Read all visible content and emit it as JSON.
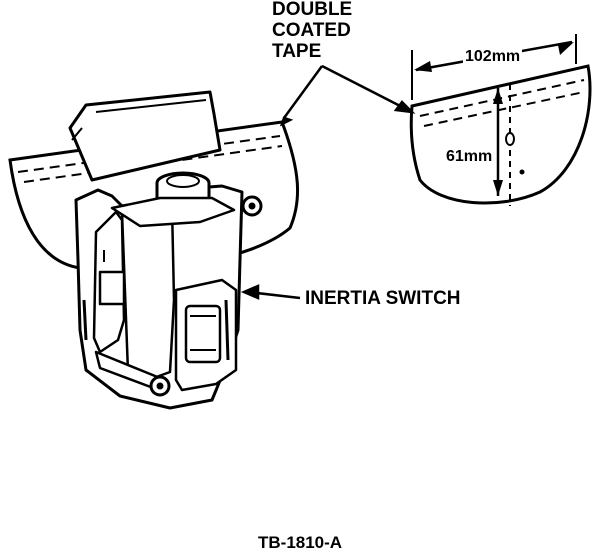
{
  "callouts": {
    "tape_line1": "DOUBLE",
    "tape_line2": "COATED",
    "tape_line3": "TAPE",
    "inertia_switch": "INERTIA SWITCH"
  },
  "dimensions": {
    "width": "102mm",
    "height": "61mm"
  },
  "figure_id": "TB-1810-A",
  "colors": {
    "ink": "#000000",
    "paper": "#ffffff"
  }
}
